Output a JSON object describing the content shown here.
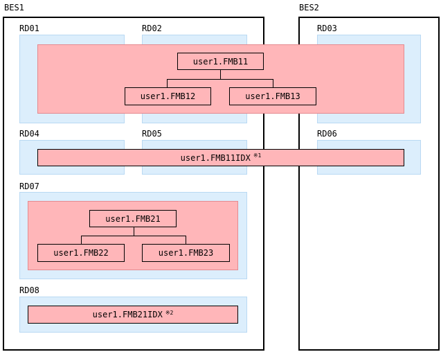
{
  "servers": {
    "bes1": "BES1",
    "bes2": "BES2"
  },
  "rdareas": {
    "rd01": "RD01",
    "rd02": "RD02",
    "rd03": "RD03",
    "rd04": "RD04",
    "rd05": "RD05",
    "rd06": "RD06",
    "rd07": "RD07",
    "rd08": "RD08"
  },
  "tables": {
    "fmb11": "user1.FMB11",
    "fmb12": "user1.FMB12",
    "fmb13": "user1.FMB13",
    "fmb11idx": "user1.FMB11IDX",
    "fmb11idx_note": "※1",
    "fmb21": "user1.FMB21",
    "fmb22": "user1.FMB22",
    "fmb23": "user1.FMB23",
    "fmb21idx": "user1.FMB21IDX",
    "fmb21idx_note": "※2"
  },
  "colors": {
    "rdarea_fill": "#dceefc",
    "table_fill": "#ffb6b9"
  }
}
